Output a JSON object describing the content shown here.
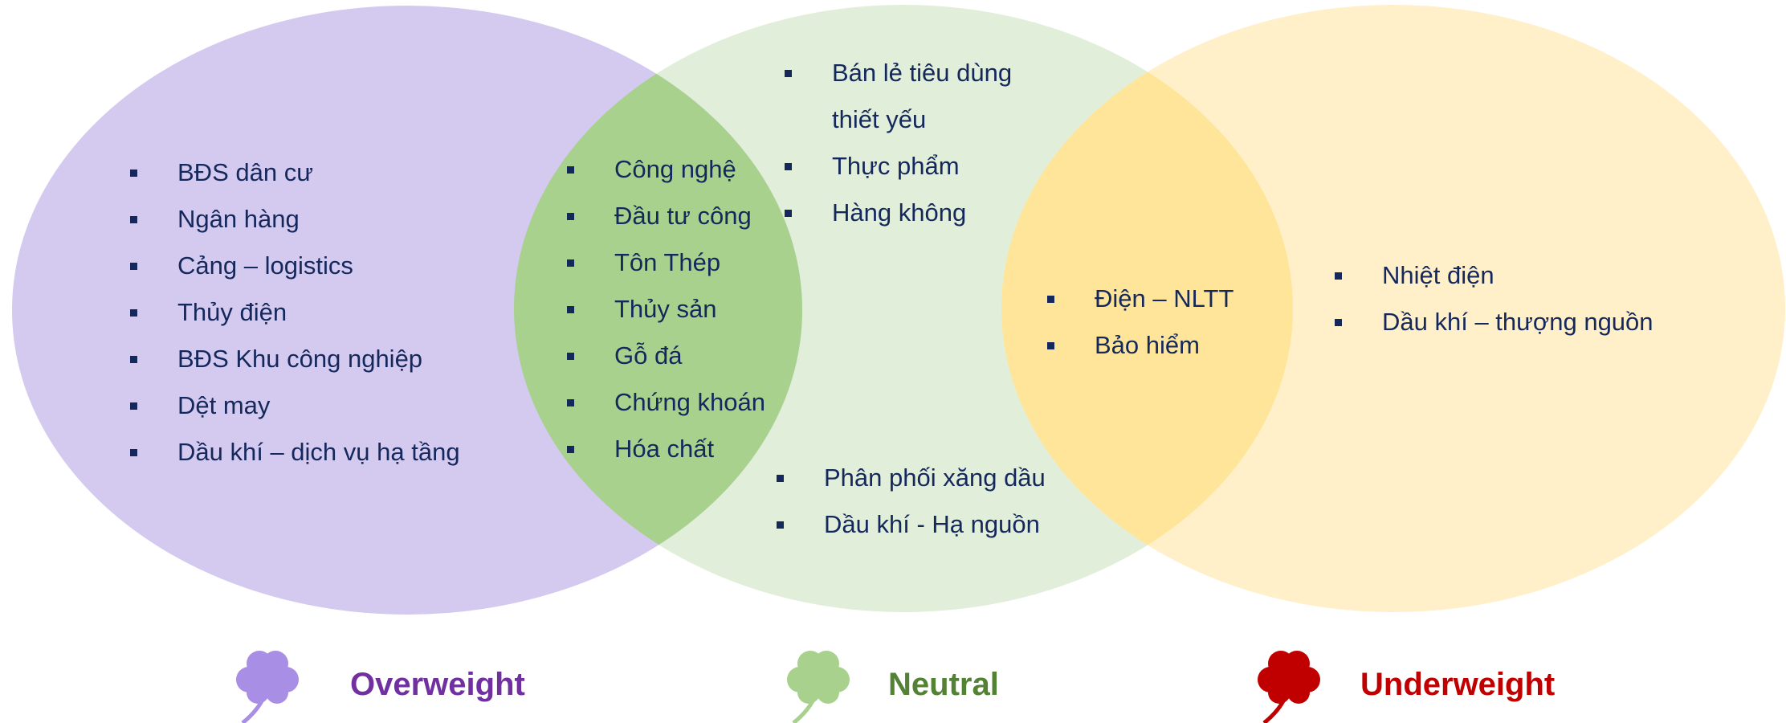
{
  "colors": {
    "overweight_fill": "#d4caf0",
    "neutral_fill": "#e1eed9",
    "underweight_fill": "#fff0c9",
    "overlap_left": "#a9d18e",
    "overlap_right": "#ffe599",
    "text": "#15285c",
    "overweight_label": "#7030a0",
    "neutral_label": "#548235",
    "underweight_label": "#c00000",
    "overweight_clover": "#a98ee6",
    "neutral_clover": "#a9d18e",
    "underweight_clover": "#c00000"
  },
  "groups": {
    "overweight_only": [
      "BĐS dân cư",
      "Ngân hàng",
      "Cảng – logistics",
      "Thủy điện",
      "BĐS Khu công nghiệp",
      "Dệt may",
      "Dầu khí – dịch vụ hạ tầng"
    ],
    "overweight_neutral": [
      "Công nghệ",
      "Đầu tư công",
      "Tôn Thép",
      "Thủy sản",
      "Gỗ đá",
      "Chứng khoán",
      "Hóa chất"
    ],
    "neutral_top": [
      "Bán lẻ tiêu dùng thiết yếu",
      "Thực phẩm",
      "Hàng không"
    ],
    "neutral_bottom": [
      "Phân phối xăng dầu",
      "Dầu khí  - Hạ nguồn"
    ],
    "neutral_underweight": [
      "Điện – NLTT",
      "Bảo hiểm"
    ],
    "underweight_only": [
      "Nhiệt điện",
      "Dầu khí – thượng nguồn"
    ]
  },
  "legend": {
    "overweight": "Overweight",
    "neutral": "Neutral",
    "underweight": "Underweight"
  }
}
